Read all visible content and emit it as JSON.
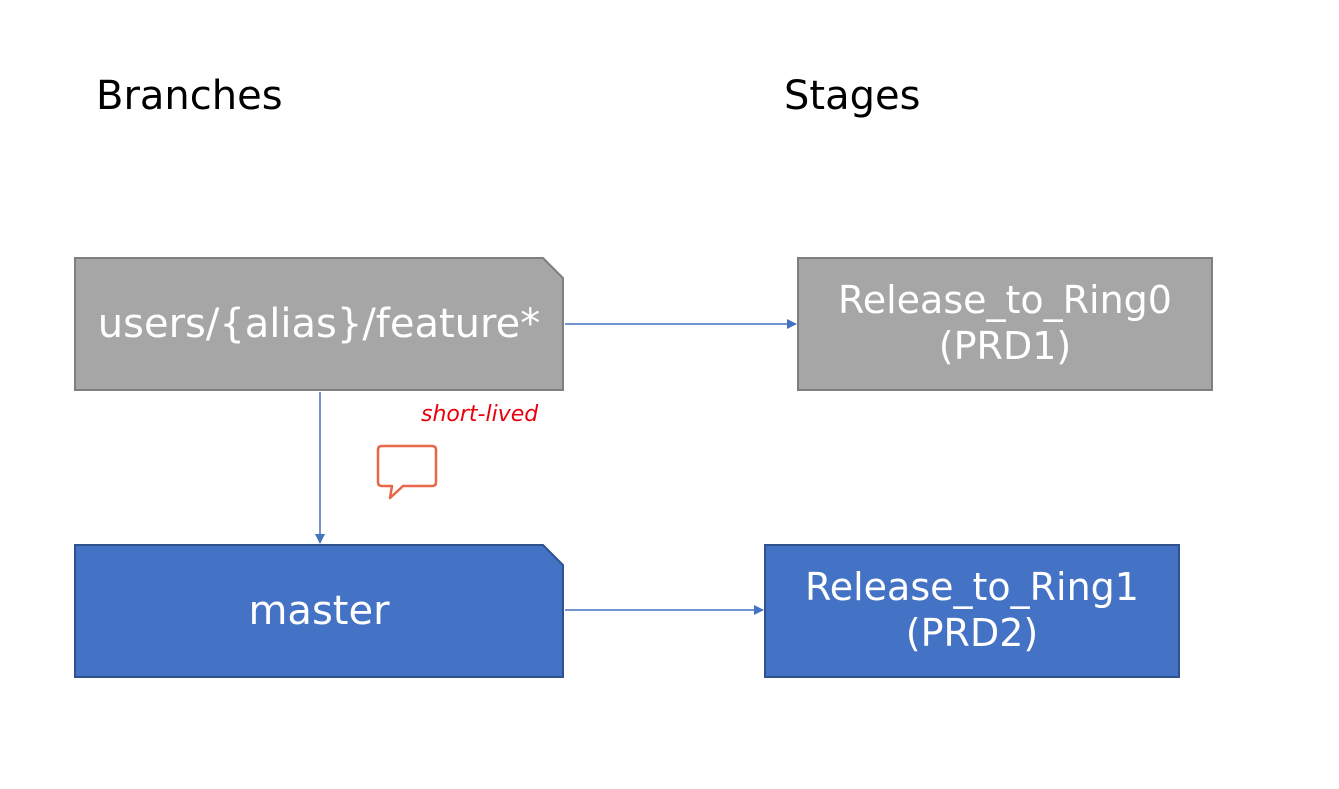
{
  "headings": {
    "branches": "Branches",
    "stages": "Stages"
  },
  "branches": {
    "feature": {
      "label": "users/{alias}/feature*"
    },
    "master": {
      "label": "master"
    }
  },
  "stages": {
    "ring0": {
      "label": "Release_to_Ring0\n(PRD1)"
    },
    "ring1": {
      "label": "Release_to_Ring1\n(PRD2)"
    }
  },
  "annotation": {
    "text": "short-lived",
    "icon": "comment-icon"
  },
  "colors": {
    "feature_fill": "#a6a6a6",
    "feature_border": "#7f7f7f",
    "master_fill": "#4472c4",
    "master_border": "#2f528f",
    "connector": "#4472c4",
    "annotation_text": "#e8000b",
    "comment_icon": "#e8664a"
  }
}
